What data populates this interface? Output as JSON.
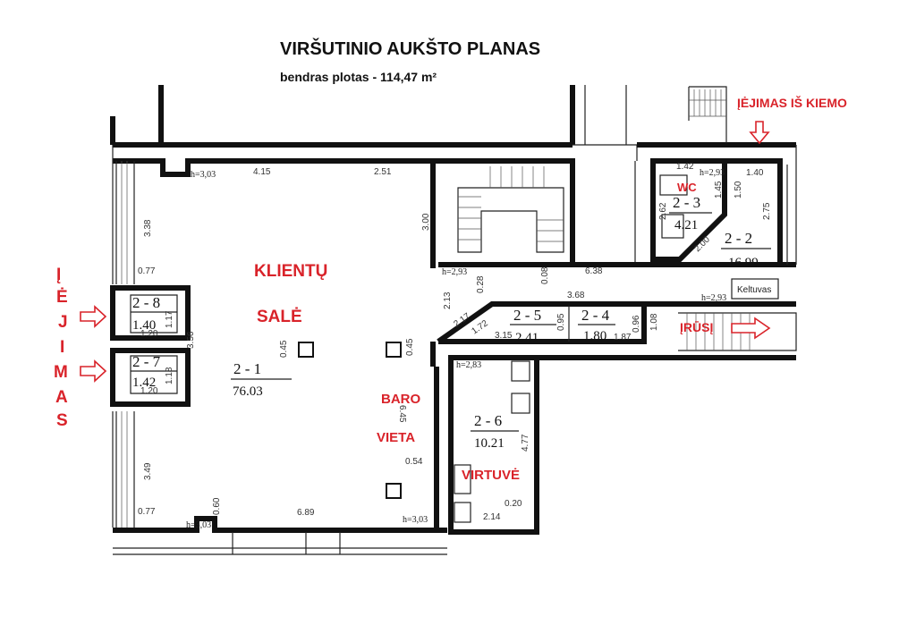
{
  "header": {
    "title": "VIRŠUTINIO AUKŠTO PLANAS",
    "subtitle": "bendras plotas - 114,47 m²"
  },
  "labels": {
    "entrance_left_letters": [
      "Į",
      "Ė",
      "J",
      "I",
      "M",
      "A",
      "S"
    ],
    "entrance_yard": "ĮĖJIMAS IŠ KIEMO",
    "hall_line1": "KLIENTŲ",
    "hall_line2": "SALĖ",
    "bar_line1": "BARO",
    "bar_line2": "VIETA",
    "kitchen": "VIRTUVĖ",
    "wc": "WC",
    "basement": "ĮRŪSĮ",
    "lift": "Keltuvas"
  },
  "rooms": [
    {
      "id": "2 - 1",
      "area": "76.03"
    },
    {
      "id": "2 - 2",
      "area": "16.99"
    },
    {
      "id": "2 - 3",
      "area": "4.21"
    },
    {
      "id": "2 - 4",
      "area": "1.80"
    },
    {
      "id": "2 - 5",
      "area": "2.41"
    },
    {
      "id": "2 - 6",
      "area": "10.21"
    },
    {
      "id": "2 - 7",
      "area": "1.42"
    },
    {
      "id": "2 - 8",
      "area": "1.40"
    }
  ],
  "heights": {
    "hall_top": "h=3,03",
    "hall_bottom_left": "h=3,03",
    "hall_bottom_right": "h=3,03",
    "wc": "h=2,93",
    "corridor": "h=2,93",
    "room22": "h=2,93",
    "kitchen": "h=2,83"
  },
  "dimensions": {
    "top_415": "4.15",
    "top_251": "2.51",
    "v_300": "3.00",
    "v_338": "3.38",
    "d_077_top": "0.77",
    "d_117": "1.17",
    "d_120_a": "1.20",
    "v_356": "3.56",
    "d_118": "1.18",
    "d_120_b": "1.20",
    "v_349": "3.49",
    "d_077_bottom": "0.77",
    "d_060": "0.60",
    "bottom_689": "6.89",
    "col_045_a": "0.45",
    "col_045_b": "0.45",
    "v_645": "6.45",
    "d_054": "0.54",
    "d_020": "0.20",
    "d_214": "2.14",
    "v_477": "4.77",
    "corr_638": "6.38",
    "corr_028": "0.28",
    "corr_008": "0.08",
    "corr_368": "3.68",
    "corr_213": "2.13",
    "corr_217": "2.17",
    "corr_172": "1.72",
    "corr_315": "3.15",
    "corr_095": "0.95",
    "corr_096": "0.96",
    "corr_187": "1.87",
    "corr_108": "1.08",
    "wc_142": "1.42",
    "wc_145": "1.45",
    "wc_262": "2.62",
    "wc_200": "2.00",
    "r22_140": "1.40",
    "r22_150": "1.50",
    "r22_275": "2.75"
  }
}
